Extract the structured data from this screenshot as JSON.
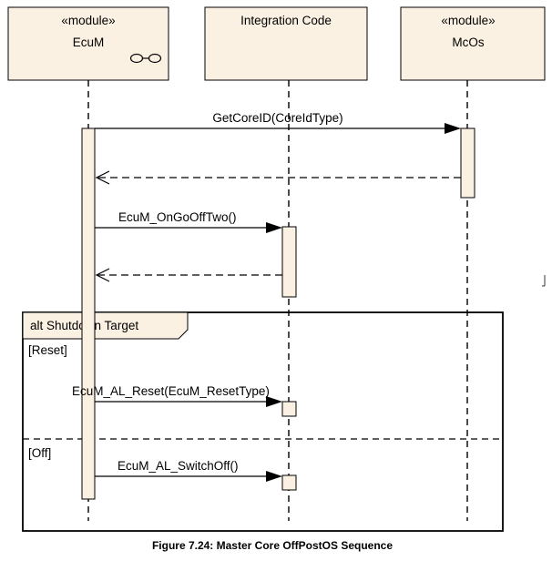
{
  "lifelines": [
    {
      "stereotype": "«module»",
      "name": "EcuM"
    },
    {
      "stereotype": "",
      "name": "Integration Code"
    },
    {
      "stereotype": "«module»",
      "name": "McOs"
    }
  ],
  "messages": {
    "get_core_id": "GetCoreID(CoreIdType)",
    "on_go_off_two": "EcuM_OnGoOffTwo()",
    "al_reset": "EcuM_AL_Reset(EcuM_ResetType)",
    "al_switch_off": "EcuM_AL_SwitchOff()"
  },
  "fragment": {
    "title": "alt Shutdown Target",
    "guards": [
      "[Reset]",
      "[Off]"
    ]
  },
  "caption": "Figure 7.24: Master Core OffPostOS Sequence",
  "colors": {
    "box_fill": "#fbf1e3",
    "line": "#000000"
  }
}
